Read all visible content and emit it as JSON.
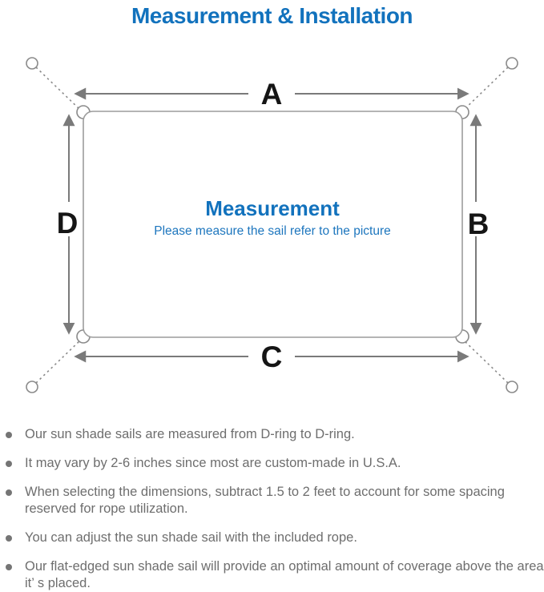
{
  "page": {
    "title": "Measurement & Installation"
  },
  "diagram": {
    "center_heading": "Measurement",
    "center_subtitle": "Please measure the sail refer to the picture",
    "labels": {
      "top": "A",
      "right": "B",
      "bottom": "C",
      "left": "D"
    }
  },
  "notes": {
    "items": [
      "Our sun shade sails are measured from D-ring to D-ring.",
      "It may vary by 2-6 inches since most are custom-made in U.S.A.",
      "When selecting the dimensions, subtract 1.5 to 2 feet to account for some spacing reserved for rope utilization.",
      "You can adjust the sun shade sail with the included rope.",
      "Our flat-edged sun shade sail will provide an optimal amount of coverage above the area it’ s placed."
    ]
  },
  "colors": {
    "accent_blue": "#1272bd",
    "diagram_line_gray": "#7a7a7a",
    "outline_gray": "#9c9c9c",
    "label_black": "#151515",
    "note_text_gray": "#6e6e6e"
  }
}
